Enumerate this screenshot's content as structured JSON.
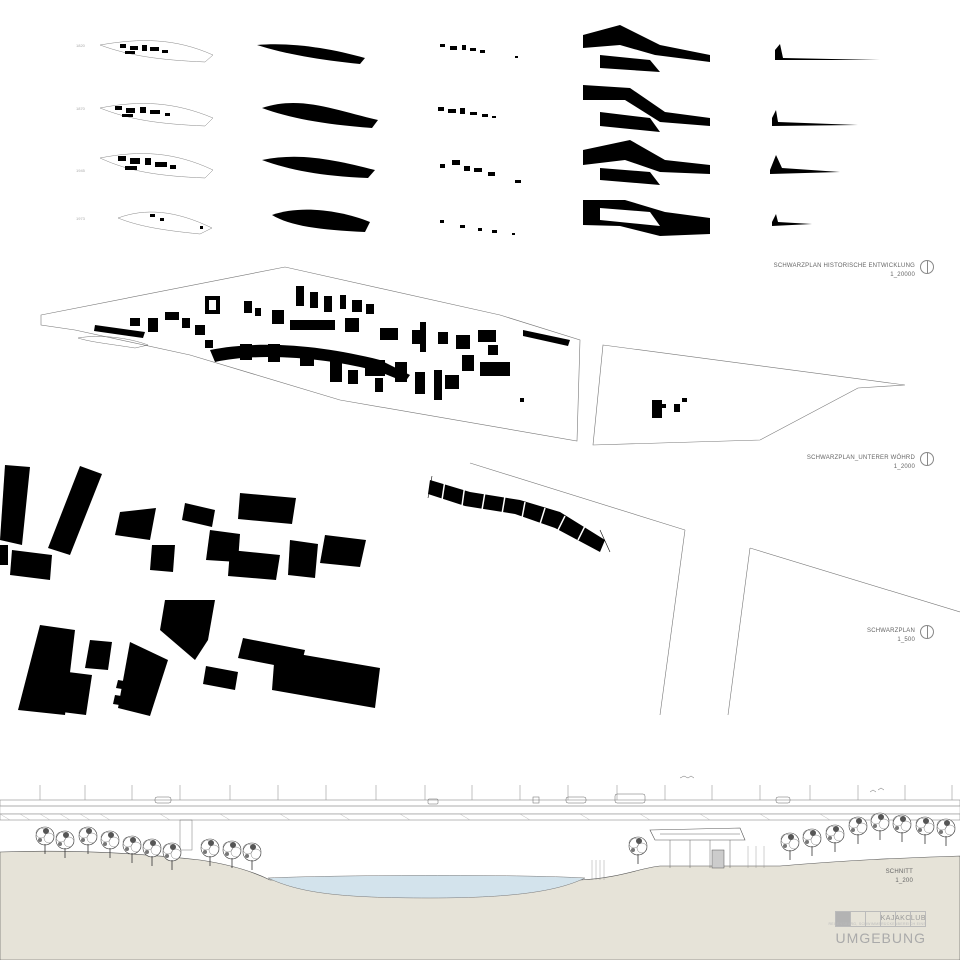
{
  "historic": {
    "years": [
      "1820",
      "1870",
      "1945",
      "1973"
    ],
    "label": "SCHWARZPLAN HISTORISCHE ENTWICKLUNG",
    "scale": "1_20000"
  },
  "island": {
    "label": "SCHWARZPLAN_UNTERER WÖHRD",
    "scale": "1_2000"
  },
  "detail": {
    "label": "SCHWARZPLAN",
    "scale": "1_500"
  },
  "section": {
    "label": "SCHNITT",
    "scale": "1_200"
  },
  "title": {
    "project": "KAJAKCLUB",
    "subtitle": "REGENSBURG, SCHWIMMBRÜCKENBEREICH EINS",
    "sheet": "UMGEBUNG",
    "sheet_index": 1,
    "sheet_count": 6
  },
  "colors": {
    "ground": "#e6e3d8",
    "water": "#d3e3ec",
    "ink": "#000000"
  }
}
